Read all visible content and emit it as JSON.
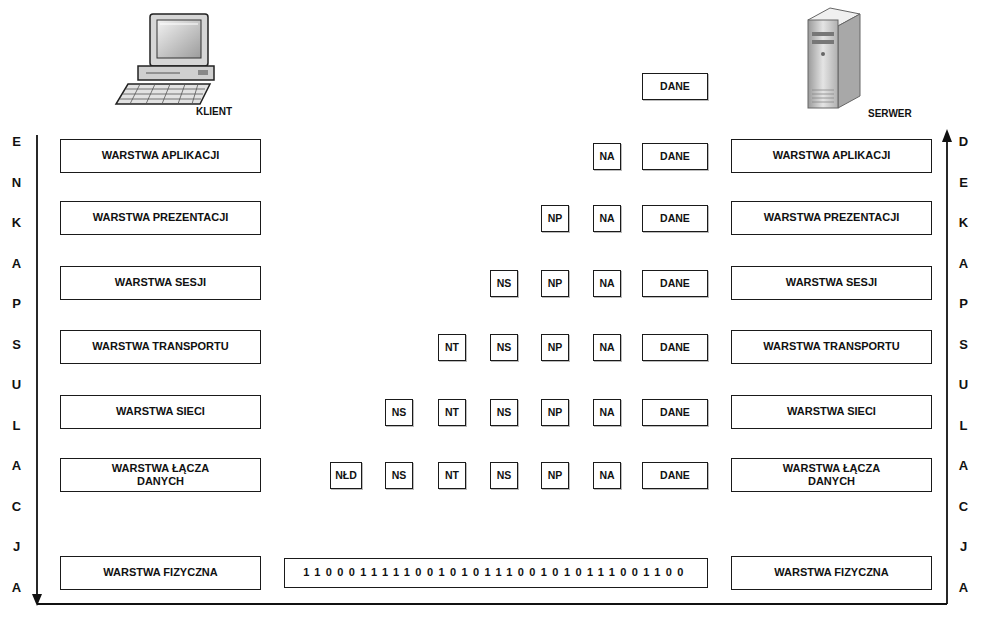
{
  "diagram": {
    "nodes": [
      {
        "text": [
          "DANE"
        ]
      },
      {
        "text": [
          "WARSTWA APLIKACJI"
        ]
      },
      {
        "text": [
          "NA"
        ]
      },
      {
        "text": [
          "DANE"
        ]
      },
      {
        "text": [
          "WARSTWA APLIKACJI"
        ]
      },
      {
        "text": [
          "WARSTWA PREZENTACJI"
        ]
      },
      {
        "text": [
          "NP"
        ]
      },
      {
        "text": [
          "NA"
        ]
      },
      {
        "text": [
          "DANE"
        ]
      },
      {
        "text": [
          "WARSTWA PREZENTACJI"
        ]
      },
      {
        "text": [
          "WARSTWA SESJI"
        ]
      },
      {
        "text": [
          "NS"
        ]
      },
      {
        "text": [
          "NP"
        ]
      },
      {
        "text": [
          "NA"
        ]
      },
      {
        "text": [
          "DANE"
        ]
      },
      {
        "text": [
          "WARSTWA SESJI"
        ]
      },
      {
        "text": [
          "WARSTWA TRANSPORTU"
        ]
      },
      {
        "text": [
          "NT"
        ]
      },
      {
        "text": [
          "NS"
        ]
      },
      {
        "text": [
          "NP"
        ]
      },
      {
        "text": [
          "NA"
        ]
      },
      {
        "text": [
          "DANE"
        ]
      },
      {
        "text": [
          "WARSTWA TRANSPORTU"
        ]
      },
      {
        "text": [
          "WARSTWA SIECI"
        ]
      },
      {
        "text": [
          "NS"
        ]
      },
      {
        "text": [
          "NT"
        ]
      },
      {
        "text": [
          "NS"
        ]
      },
      {
        "text": [
          "NP"
        ]
      },
      {
        "text": [
          "NA"
        ]
      },
      {
        "text": [
          "DANE"
        ]
      },
      {
        "text": [
          "WARSTWA SIECI"
        ]
      },
      {
        "text": [
          "WARSTWA ŁĄCZA DANYCH"
        ]
      },
      {
        "text": [
          "NŁD"
        ]
      },
      {
        "text": [
          "NS"
        ]
      },
      {
        "text": [
          "NT"
        ]
      },
      {
        "text": [
          "NS"
        ]
      },
      {
        "text": [
          "NP"
        ]
      },
      {
        "text": [
          "NA"
        ]
      },
      {
        "text": [
          "DANE"
        ]
      },
      {
        "text": [
          "WARSTWA ŁĄCZA DANYCH"
        ]
      },
      {
        "text": [
          "WARSTWA FIZYCZNA"
        ]
      },
      {
        "text": [
          "1100011111001010111001010111001100"
        ]
      },
      {
        "text": [
          "WARSTWA FIZYCZNA"
        ]
      }
    ],
    "labels": [
      "KLIENT",
      "SERWER",
      "ENKAPSULACJA",
      "DEKAPSULACJA"
    ]
  }
}
